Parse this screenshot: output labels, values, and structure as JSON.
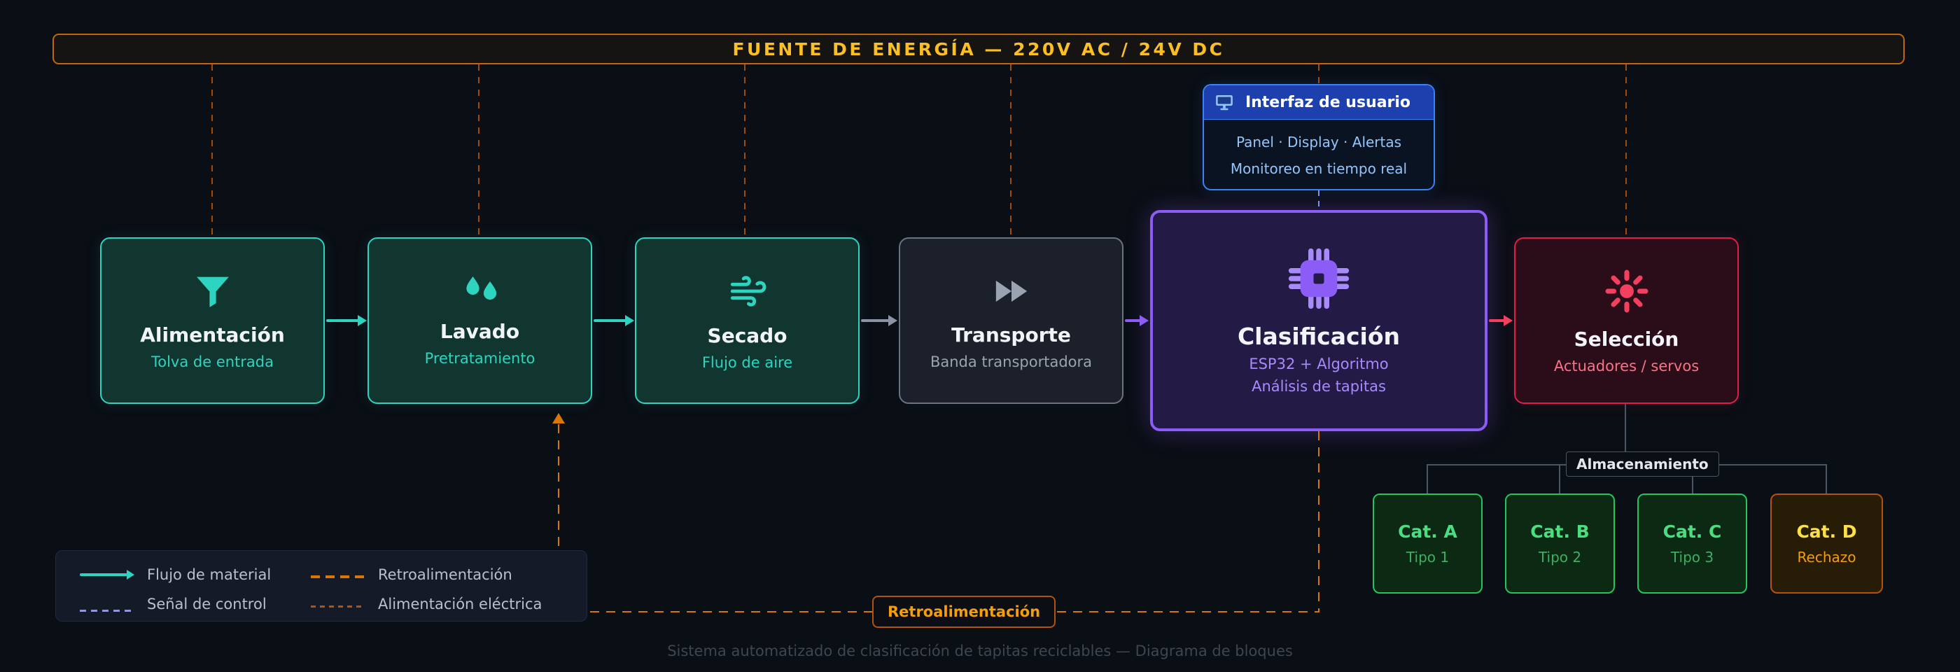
{
  "power": {
    "label": "FUENTE DE ENERGÍA — 220V AC / 24V DC"
  },
  "blocks": {
    "alimentacion": {
      "title": "Alimentación",
      "subtitle": "Tolva de entrada"
    },
    "lavado": {
      "title": "Lavado",
      "subtitle": "Pretratamiento"
    },
    "secado": {
      "title": "Secado",
      "subtitle": "Flujo de aire"
    },
    "transporte": {
      "title": "Transporte",
      "subtitle": "Banda transportadora"
    },
    "clasificacion": {
      "title": "Clasificación",
      "subtitle1": "ESP32 + Algoritmo",
      "subtitle2": "Análisis de tapitas"
    },
    "seleccion": {
      "title": "Selección",
      "subtitle": "Actuadores / servos"
    }
  },
  "interfaz": {
    "title": "Interfaz de usuario",
    "line1": "Panel · Display · Alertas",
    "line2": "Monitoreo en tiempo real"
  },
  "almacenamiento_label": "Almacenamiento",
  "categories": [
    {
      "title": "Cat. A",
      "subtitle": "Tipo 1"
    },
    {
      "title": "Cat. B",
      "subtitle": "Tipo 2"
    },
    {
      "title": "Cat. C",
      "subtitle": "Tipo 3"
    },
    {
      "title": "Cat. D",
      "subtitle": "Rechazo"
    }
  ],
  "feedback_label": "Retroalimentación",
  "legend": {
    "items": [
      {
        "label": "Flujo de material"
      },
      {
        "label": "Señal de control"
      },
      {
        "label": "Retroalimentación"
      },
      {
        "label": "Alimentación eléctrica"
      }
    ]
  },
  "footer": "Sistema automatizado de clasificación de tapitas reciclables — Diagrama de bloques",
  "colors": {
    "background": "#0a0e15",
    "power_orange": "#d97706",
    "material_teal": "#2dd4bf",
    "control_blue": "#8b93f8",
    "transport_gray": "#6b7280",
    "classify_purple": "#8b5cf6",
    "select_red": "#e11d48",
    "storage_green": "#22c55e",
    "reject_orange": "#b45309",
    "ui_blue": "#3b82f6"
  }
}
